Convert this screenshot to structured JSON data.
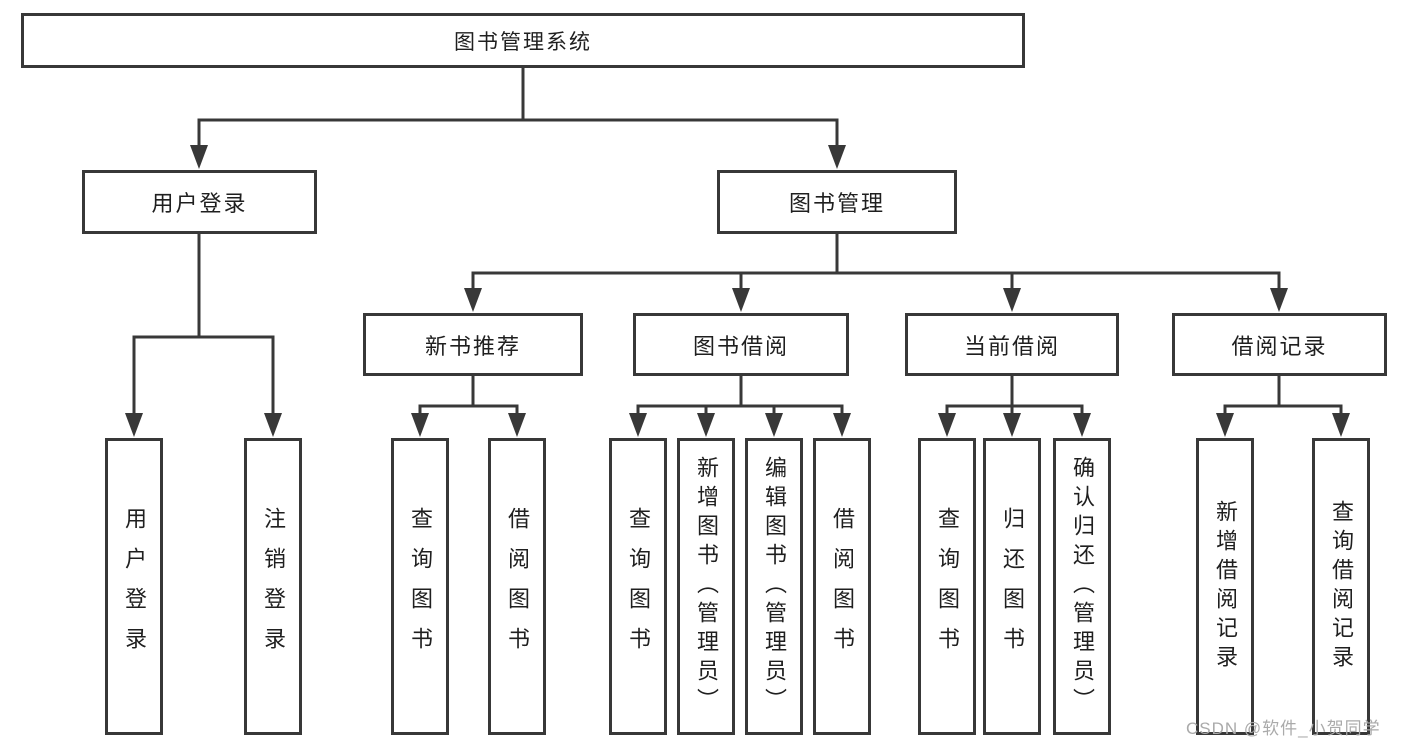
{
  "nodes": {
    "root": "图书管理系统",
    "userLogin": "用户登录",
    "bookMgmt": "图书管理",
    "newBookRec": "新书推荐",
    "bookBorrow": "图书借阅",
    "currentBorrow": "当前借阅",
    "borrowRecord": "借阅记录",
    "leafUserLogin": "用户登录",
    "leafLogout": "注销登录",
    "leafRecQuery": "查询图书",
    "leafRecBorrow": "借阅图书",
    "leafBorrowQuery": "查询图书",
    "leafBorrowAdd": "新增图书（管理员）",
    "leafBorrowEdit": "编辑图书（管理员）",
    "leafBorrowBorrow": "借阅图书",
    "leafCurrentQuery": "查询图书",
    "leafCurrentReturn": "归还图书",
    "leafCurrentConfirm": "确认归还（管理员）",
    "leafRecordAdd": "新增借阅记录",
    "leafRecordQuery": "查询借阅记录"
  },
  "watermark": "CSDN @软件_小贺同学",
  "colors": {
    "line": "#383838",
    "text": "#1f1f1f",
    "watermark": "#aaaaaa",
    "background": "#ffffff"
  }
}
